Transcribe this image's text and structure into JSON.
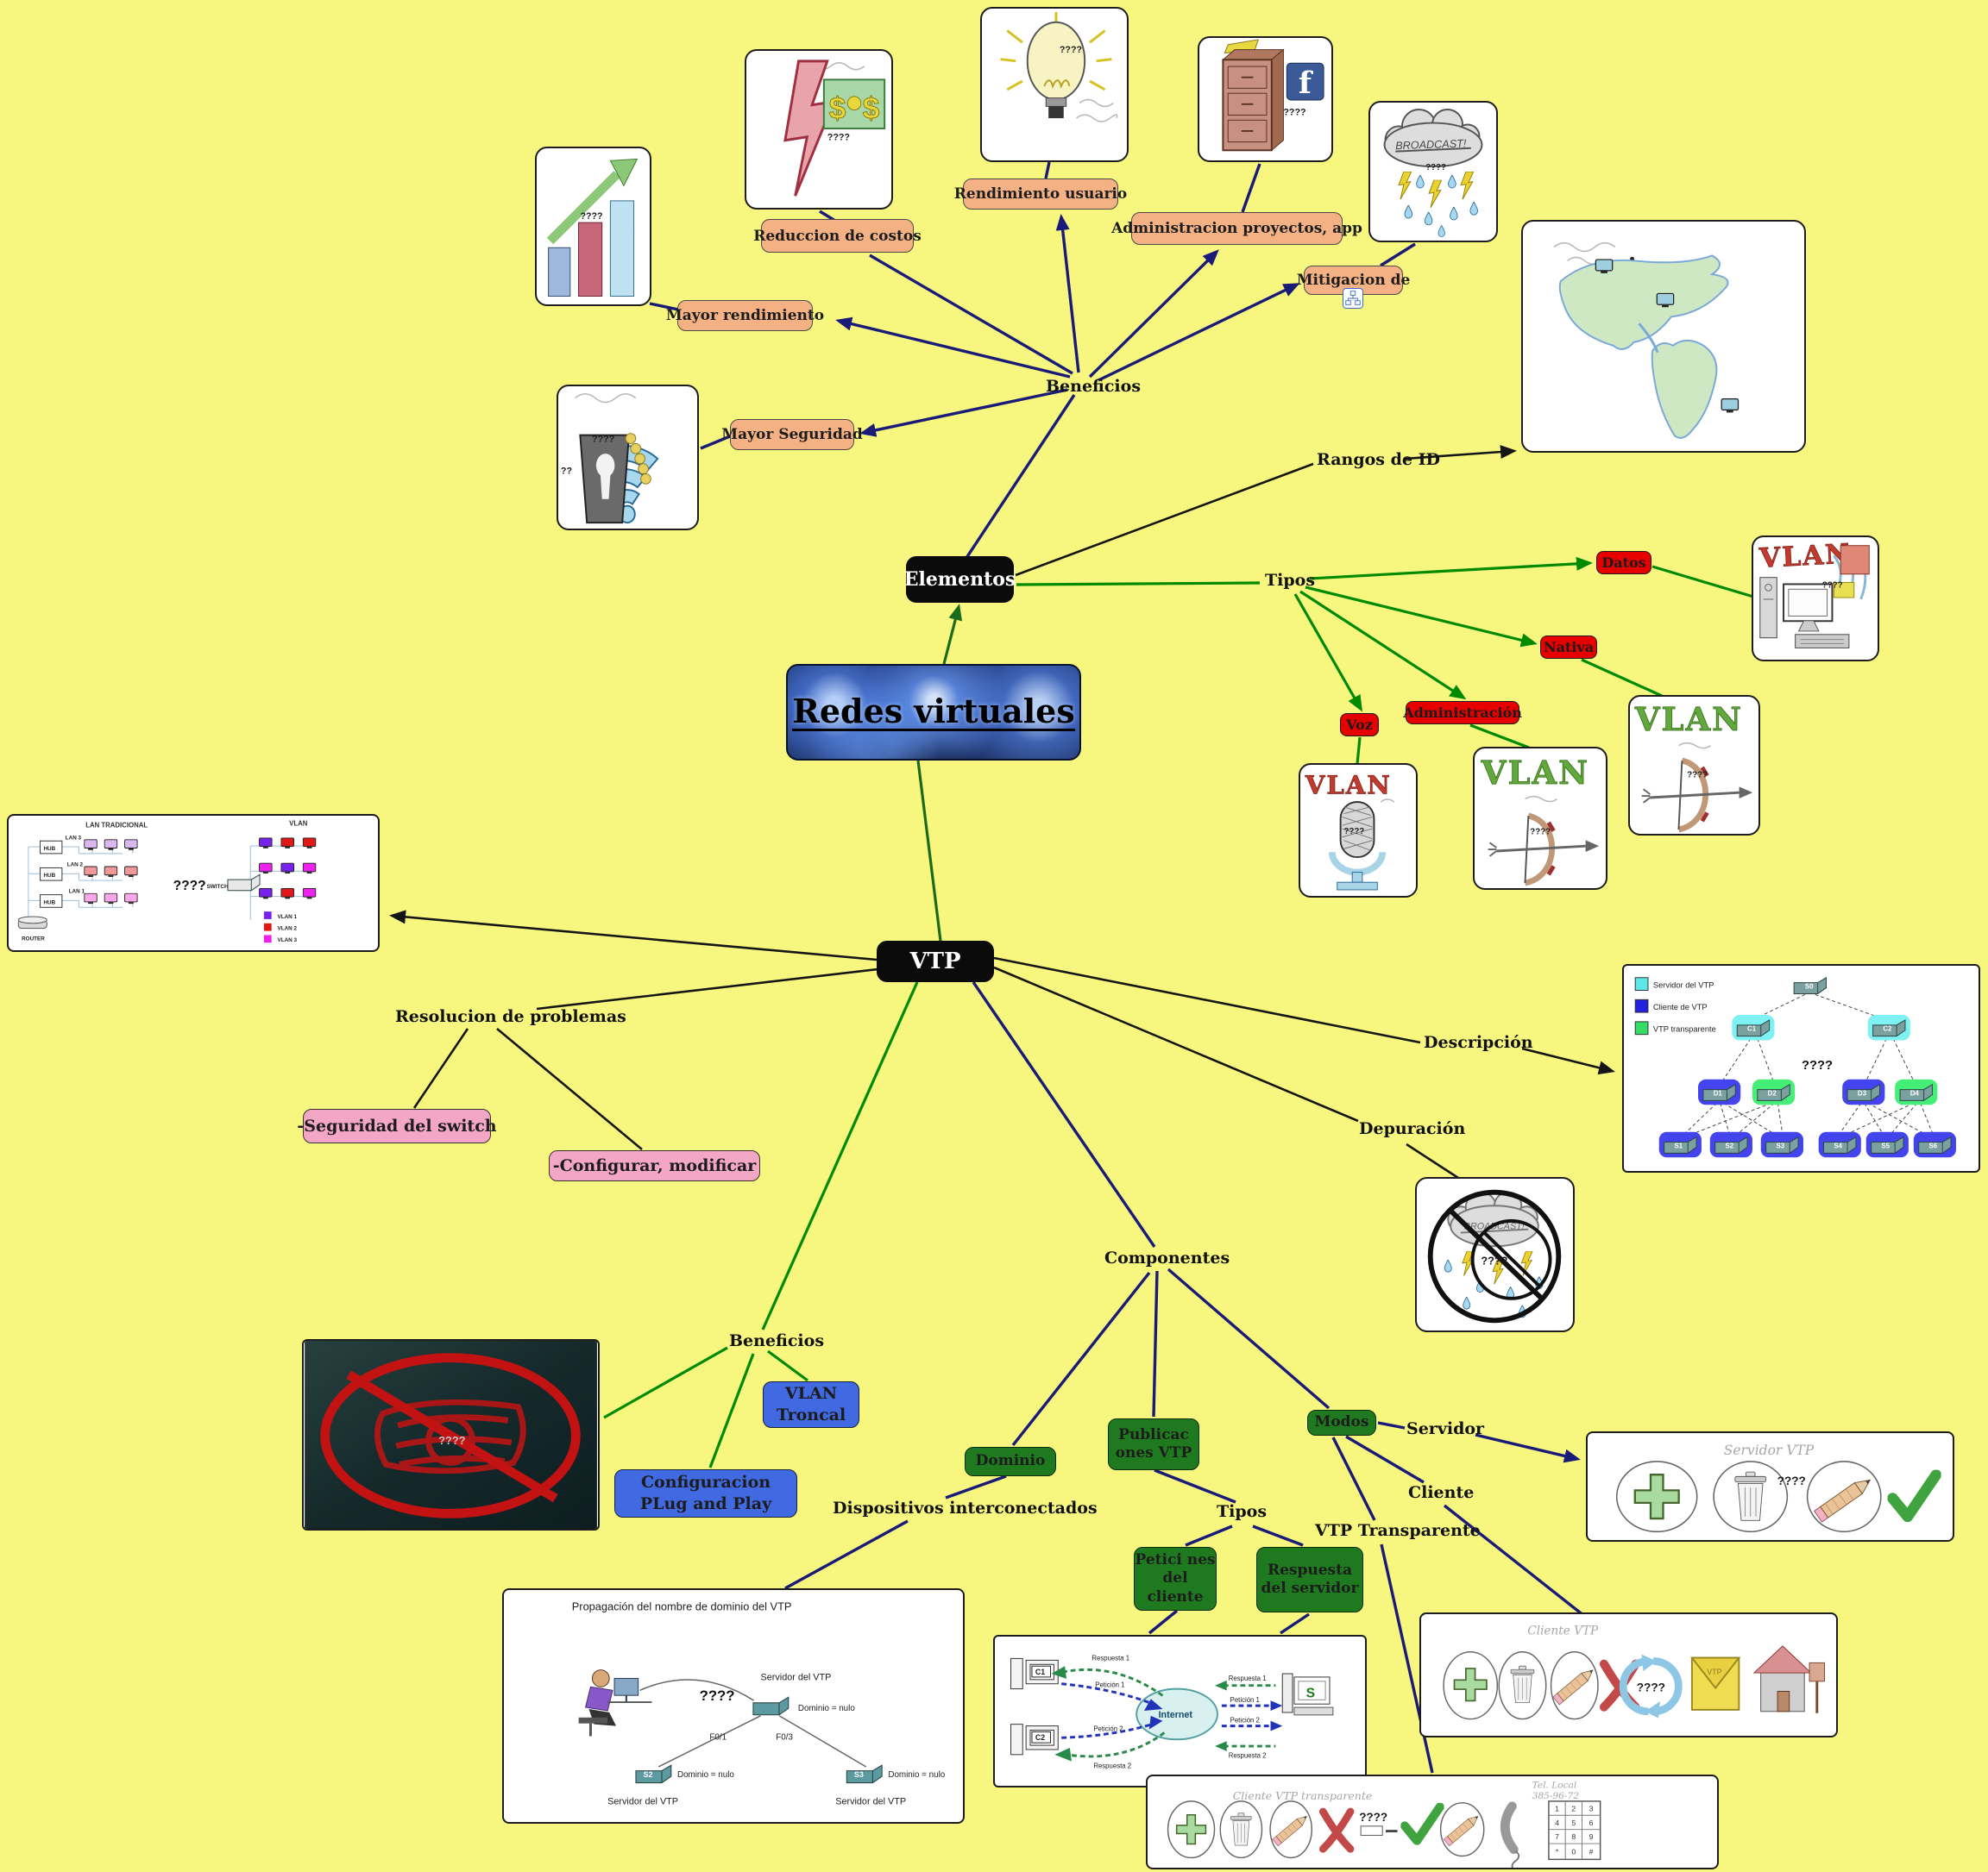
{
  "colors": {
    "background": "#f7f780",
    "label_orange": "#f4b183",
    "label_red": "#e60000",
    "label_pink": "#f4a6c6",
    "label_blue": "#4169e1",
    "label_green": "#1f7a1f",
    "line_navy": "#1a1a78",
    "line_green": "#008a00",
    "node_black": "#0b0b0b"
  },
  "root": {
    "label": "Redes virtuales"
  },
  "elementos": {
    "label": "Elementos",
    "beneficios": {
      "label": "Beneficios",
      "mayor_rendimiento": "Mayor rendimiento",
      "reduccion_costos": "Reduccion de costos",
      "rendimiento_usuario": "Rendimiento usuario",
      "administracion_proyectos": "Administracion proyectos, app",
      "mitigacion": "Mitigacion de",
      "mayor_seguridad": "Mayor Seguridad"
    },
    "rangos_id": "Rangos de ID",
    "tipos": {
      "label": "Tipos",
      "datos": "Datos",
      "nativa": "Nativa",
      "voz": "Voz",
      "administracion": "Administración"
    }
  },
  "vtp": {
    "label": "VTP",
    "resolucion": {
      "label": "Resolucion de problemas",
      "seguridad_switch": "-Seguridad  del switch",
      "configurar_modificar": "-Configurar, modificar"
    },
    "descripcion_label": "Descripción",
    "depuracion_label": "Depuración",
    "componentes": {
      "label": "Componentes",
      "dominio": "Dominio",
      "publicaciones": "Publicac ones VTP",
      "modos": "Modos"
    },
    "beneficios": {
      "label": "Beneficios",
      "vlan_troncal": "VLAN Troncal",
      "configuracion_plug": "Configuracion PLug and Play"
    },
    "dispositivos_label": "Dispositivos interconectados",
    "tipos": {
      "label": "Tipos",
      "peticiones_cliente": "Petici nes del cliente",
      "respuesta_servidor": "Respuesta del servidor"
    },
    "modos_items": {
      "servidor": "Servidor",
      "cliente": "Cliente",
      "transparente": "VTP Transparente"
    }
  },
  "images": {
    "rendimiento_chart": {
      "q": "????"
    },
    "reduccion_rayo": {
      "q": "????",
      "dollar_left": "$",
      "dollar_right": "$"
    },
    "bombilla": {
      "q": "????"
    },
    "archivador": {
      "q": "????",
      "facebook_f": "f"
    },
    "broadcast": {
      "text": "BROADCAST!",
      "q": "????"
    },
    "candado_wifi": {
      "q": "????",
      "q2": "??"
    },
    "vlan_datos": {
      "vlan": "VLAN",
      "q": "????"
    },
    "vlan_nativa": {
      "vlan": "VLAN",
      "q": "????"
    },
    "vlan_admin": {
      "vlan": "VLAN",
      "q": "????"
    },
    "vlan_voz": {
      "vlan": "VLAN",
      "q": "????"
    },
    "lan": {
      "title_izq": "LAN TRADICIONAL",
      "title_der": "VLAN",
      "lan3": "LAN 3",
      "lan2": "LAN 2",
      "lan1": "LAN 1",
      "hub": "HUB",
      "router": "ROUTER",
      "q": "????",
      "switch": "SWITCH",
      "legend1": "VLAN 1",
      "legend2": "VLAN 2",
      "legend3": "VLAN 3"
    },
    "descripcion": {
      "legend1": "Servidor del VTP",
      "legend2": "Cliente de VTP",
      "legend3": "VTP transparente",
      "s0": "S0",
      "c1": "C1",
      "c2": "C2",
      "d1": "D1",
      "d2": "D2",
      "d3": "D3",
      "d4": "D4",
      "s1": "S1",
      "s2": "S2",
      "s3": "S3",
      "s4": "S4",
      "s5": "S5",
      "s6": "S6",
      "q": "????"
    },
    "no_broadcast": {
      "text": "BROADCAST!",
      "q": "????"
    },
    "no_dinero": {
      "q": "????"
    },
    "propagacion": {
      "title": "Propagación del nombre de dominio del VTP",
      "q": "????",
      "servidor_top": "Servidor del VTP",
      "dominio_nulo_top": "Dominio = nulo",
      "f01": "F0/1",
      "f03": "F0/3",
      "s2": "S2",
      "s3": "S3",
      "dominio_nulo_s2": "Dominio = nulo",
      "dominio_nulo_s3": "Dominio = nulo",
      "servidor_izq": "Servidor del VTP",
      "servidor_der": "Servidor del VTP"
    },
    "cliente_servidor": {
      "c1": "C1",
      "c2": "C2",
      "internet": "Internet",
      "s": "S",
      "resp1_izq": "Respuesta 1",
      "pet1_izq": "Petición 1",
      "pet2_izq": "Petición 2",
      "resp2_izq": "Respuesta 2",
      "resp1_der": "Respuesta 1",
      "pet1_der": "Petición 1",
      "pet2_der": "Petición 2",
      "resp2_der": "Respuesta 2"
    },
    "servidor_vtp": {
      "title": "Servidor VTP",
      "q": "????"
    },
    "cliente_vtp": {
      "title": "Cliente VTP",
      "q": "????",
      "vtp": "VTP"
    },
    "transparente_vtp": {
      "title": "Cliente VTP transparente",
      "q": "????",
      "tel1": "Tel. Local",
      "tel2": "385-96-72",
      "keys": [
        "1",
        "2",
        "3",
        "4",
        "5",
        "6",
        "7",
        "8",
        "9",
        "*",
        "0",
        "#"
      ]
    }
  }
}
